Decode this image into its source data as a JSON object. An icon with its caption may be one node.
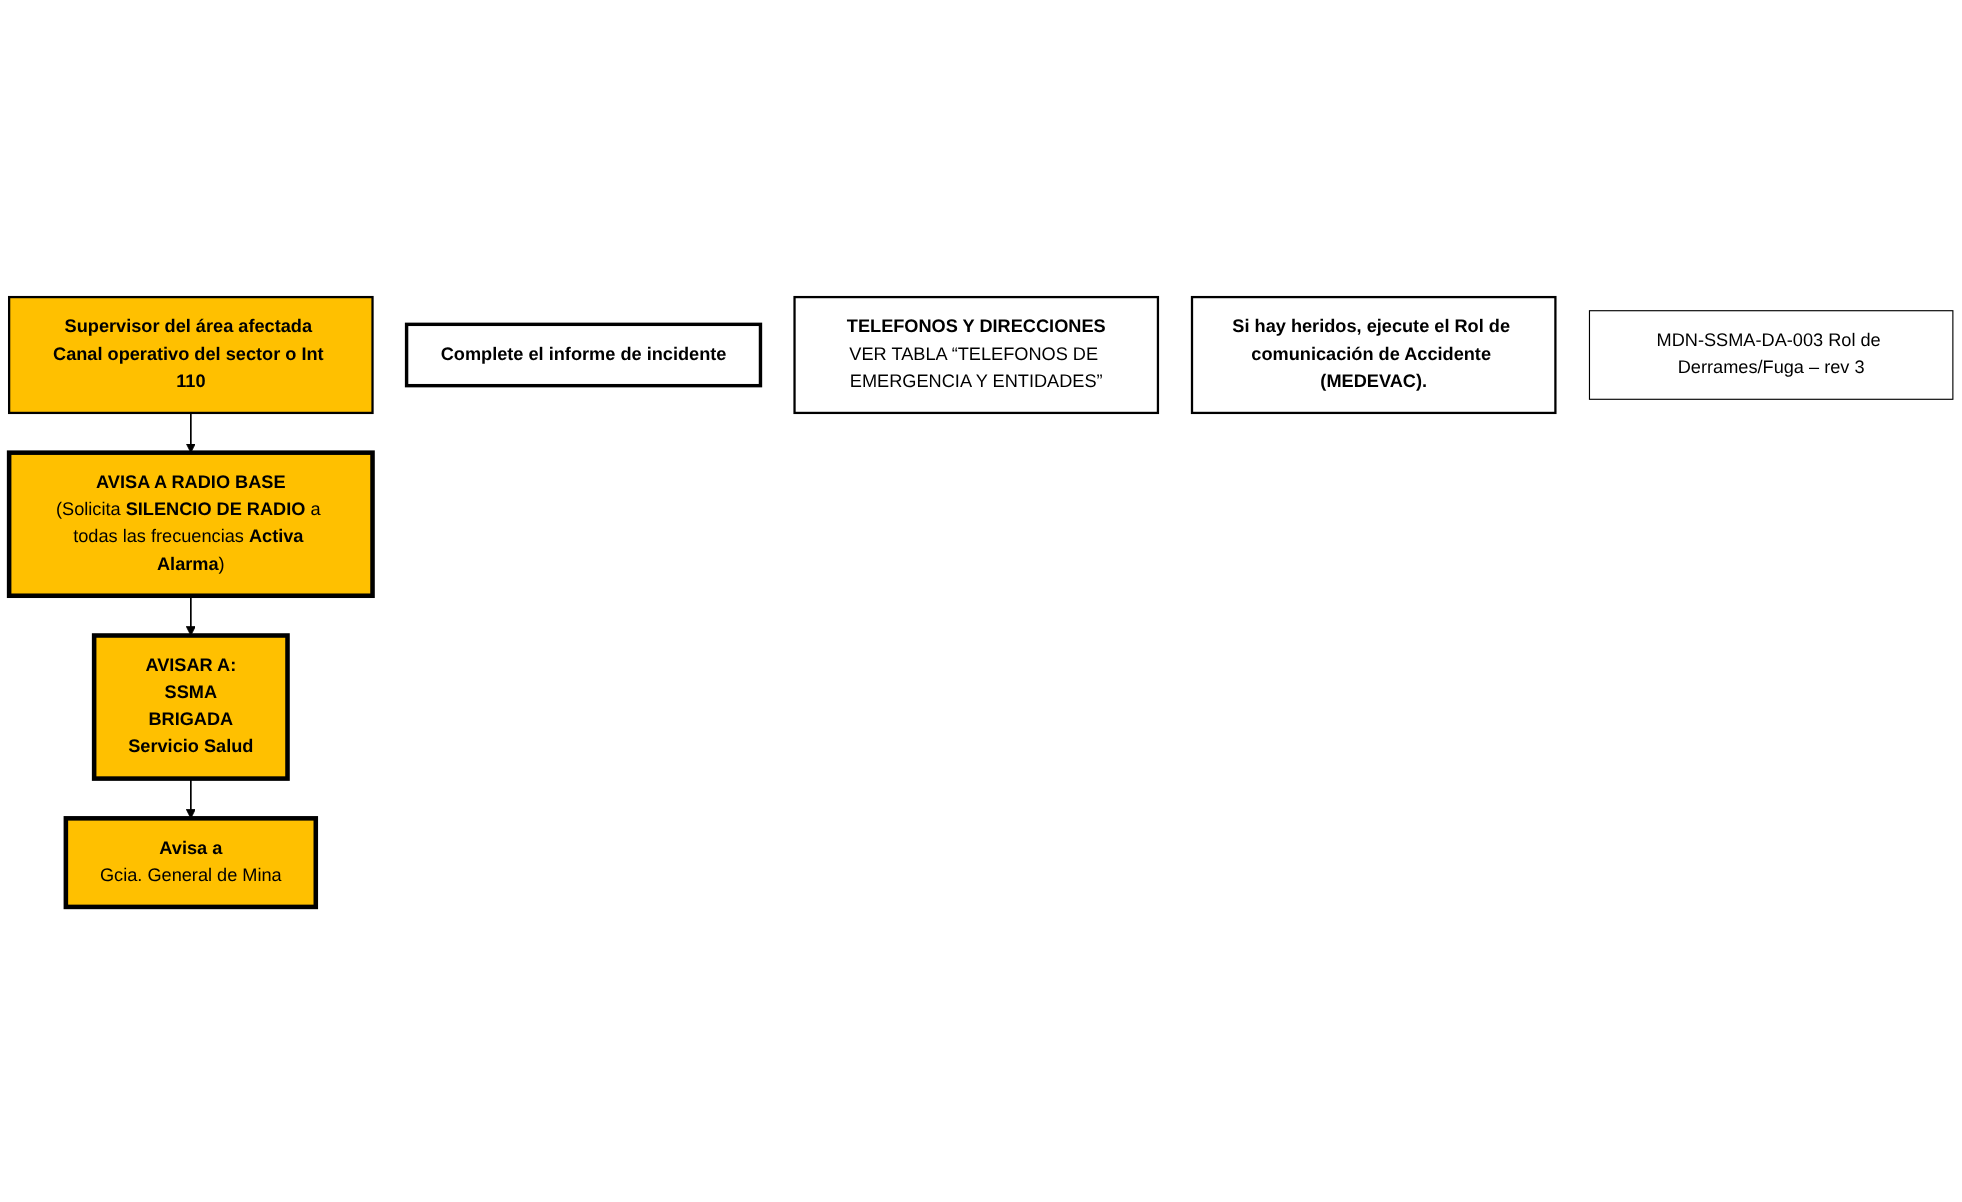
{
  "diagram": {
    "nodes": [
      {
        "text": [
          "Supervisor del área afectada Canal operativo del sector o Int 110"
        ]
      },
      {
        "text": [
          "AVISA A RADIO BASE",
          "(Solicita **SILENCIO DE RADIO** a todas las frecuencias **Activa Alarma**)"
        ]
      },
      {
        "text": [
          "AVISAR A:",
          "SSMA",
          "BRIGADA",
          "Servicio Salud"
        ]
      },
      {
        "text": [
          "Avisa a",
          "Gcia. General de Mina"
        ]
      },
      {
        "text": [
          "Complete el informe de incidente"
        ]
      },
      {
        "text": [
          "TELEFONOS Y DIRECCIONES",
          "VER TABLA “TELEFONOS DE EMERGENCIA Y ENTIDADES”"
        ]
      },
      {
        "text": [
          "Si hay heridos, ejecute el Rol de comunicación de Accidente (MEDEVAC)."
        ]
      },
      {
        "text": [
          "MDN-SSMA-DA-003 Rol de Derrames/Fuga – rev 3"
        ]
      }
    ],
    "edges": [
      {
        "from": 0,
        "to": 1,
        "arrow": "to"
      },
      {
        "from": 1,
        "to": 2,
        "arrow": "to"
      },
      {
        "from": 2,
        "to": 3,
        "arrow": "to"
      }
    ]
  }
}
